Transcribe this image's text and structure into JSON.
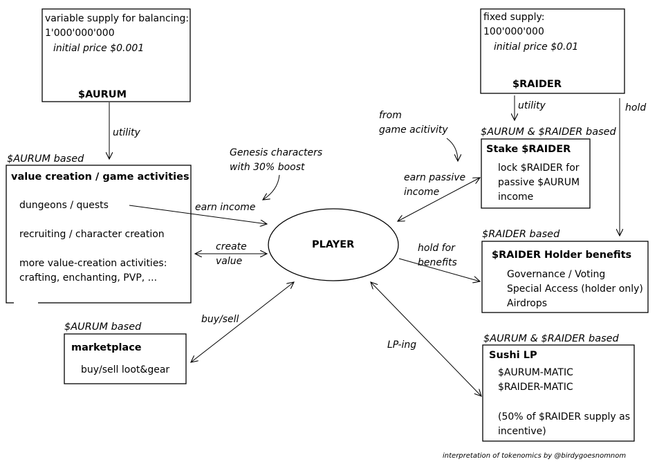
{
  "aurum_box": {
    "line1": "variable supply for balancing:",
    "line2": "1'000'000'000",
    "price": "initial price $0.001",
    "name": "$AURUM"
  },
  "raider_box": {
    "line1": "fixed supply:",
    "line2": "100'000'000",
    "price": "initial price $0.01",
    "name": "$RAIDER"
  },
  "value_creation": {
    "tag": "$AURUM based",
    "title": "value creation / game activities",
    "item1": "dungeons / quests",
    "item2": "recruiting / character creation",
    "item3_line1": "more value-creation activities:",
    "item3_line2": "crafting, enchanting, PVP, ..."
  },
  "marketplace": {
    "tag": "$AURUM based",
    "title": "marketplace",
    "item": "buy/sell loot&gear"
  },
  "stake": {
    "tag": "$AURUM & $RAIDER based",
    "title": "Stake $RAIDER",
    "line1": "lock $RAIDER for",
    "line2": "passive $AURUM",
    "line3": "income"
  },
  "holder": {
    "tag": "$RAIDER based",
    "title": "$RAIDER Holder benefits",
    "item1": "Governance / Voting",
    "item2": "Special Access (holder only)",
    "item3": "Airdrops"
  },
  "sushi": {
    "tag": "$AURUM & $RAIDER based",
    "title": "Sushi LP",
    "item1": "$AURUM-MATIC",
    "item2": "$RAIDER-MATIC",
    "note_line1": "(50% of $RAIDER supply as",
    "note_line2": "incentive)"
  },
  "player": {
    "label": "PLAYER"
  },
  "annotations": {
    "utility_aurum": "utility",
    "utility_raider": "utility",
    "hold": "hold",
    "from_line1": "from",
    "from_line2": "game acitivity",
    "genesis_line1": "Genesis characters",
    "genesis_line2": "with 30% boost",
    "earn_income": "earn income",
    "create_line1": "create",
    "create_line2": "value",
    "earn_passive_line1": "earn passive",
    "earn_passive_line2": "income",
    "hold_benefits_line1": "hold for",
    "hold_benefits_line2": "benefits",
    "buy_sell": "buy/sell",
    "lp_ing": "LP-ing"
  },
  "credit": "interpretation of tokenomics by @birdygoesnomnom"
}
